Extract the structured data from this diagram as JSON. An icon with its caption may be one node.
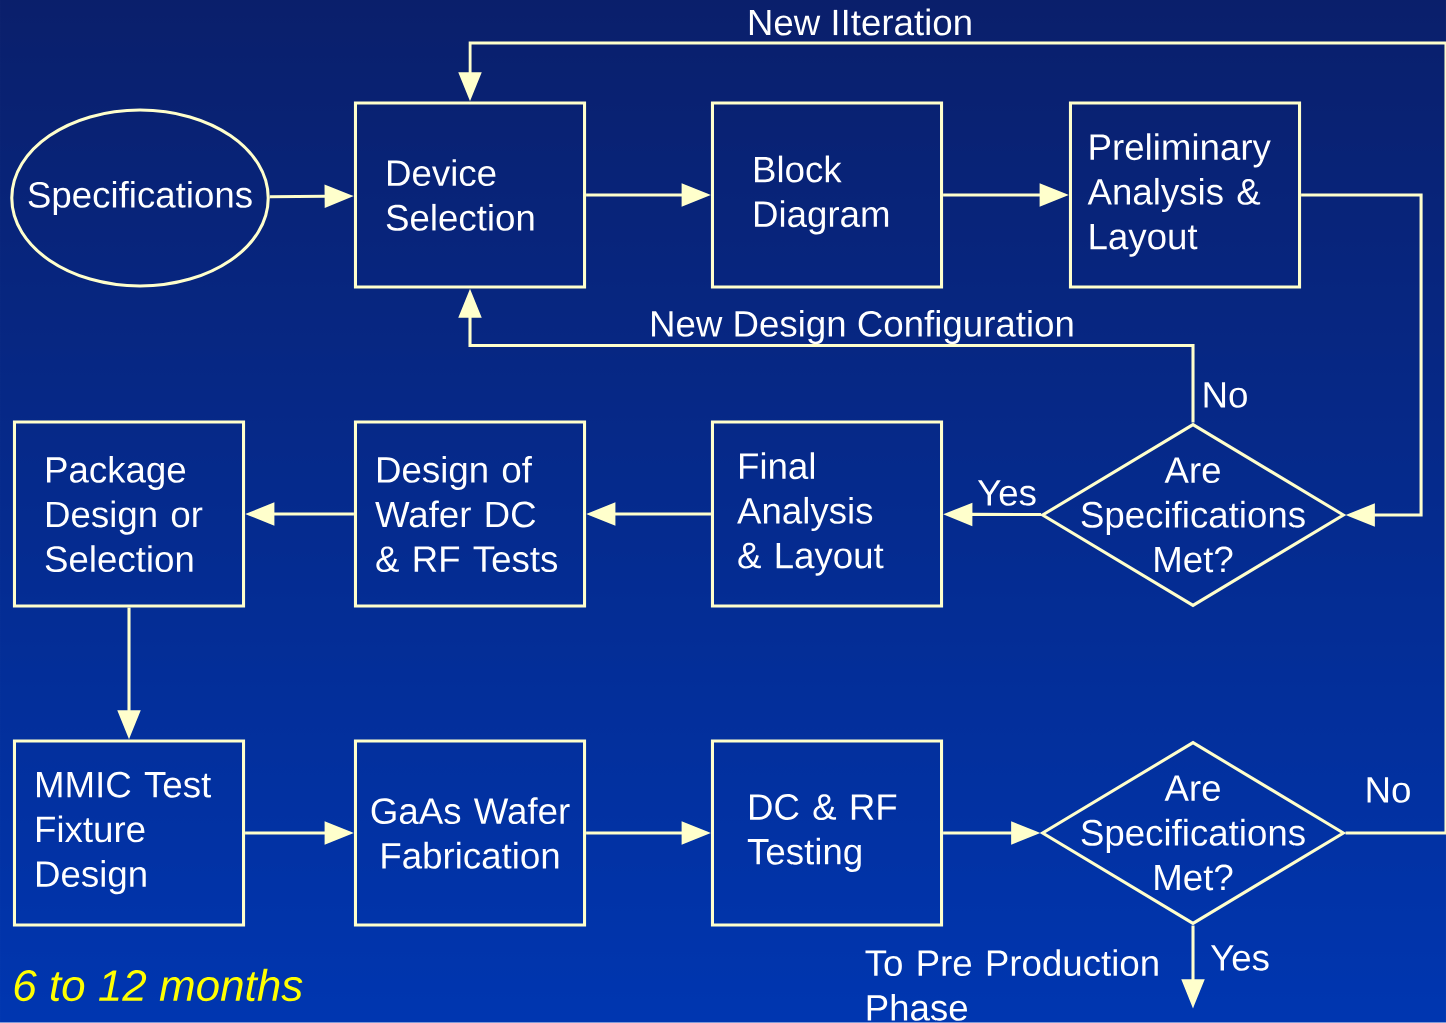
{
  "diagram": {
    "nodes": [
      {
        "text": [
          "Specifications"
        ]
      },
      {
        "text": [
          "Device Selection"
        ]
      },
      {
        "text": [
          "Block Diagram"
        ]
      },
      {
        "text": [
          "Preliminary Analysis & Layout"
        ]
      },
      {
        "text": [
          "Are Specifications Met?"
        ]
      },
      {
        "text": [
          "Final Analysis & Layout"
        ]
      },
      {
        "text": [
          "Design of Wafer DC & RF Tests"
        ]
      },
      {
        "text": [
          "Package Design or Selection"
        ]
      },
      {
        "text": [
          "MMIC Test Fixture Design"
        ]
      },
      {
        "text": [
          "GaAs Wafer Fabrication"
        ]
      },
      {
        "text": [
          "DC & RF Testing"
        ]
      },
      {
        "text": [
          "Are Specifications Met?"
        ]
      }
    ],
    "edges": [
      {
        "from": 0,
        "to": 1,
        "arrow": "to"
      },
      {
        "from": 1,
        "to": 2,
        "arrow": "to"
      },
      {
        "from": 2,
        "to": 3,
        "arrow": "to"
      },
      {
        "from": 3,
        "to": 4,
        "arrow": "to"
      },
      {
        "from": 4,
        "to": 1,
        "arrow": "to",
        "label": "No"
      },
      {
        "from": 4,
        "to": 5,
        "arrow": "to",
        "label": "Yes"
      },
      {
        "from": 5,
        "to": 6,
        "arrow": "to"
      },
      {
        "from": 6,
        "to": 7,
        "arrow": "to"
      },
      {
        "from": 7,
        "to": 8,
        "arrow": "to"
      },
      {
        "from": 8,
        "to": 9,
        "arrow": "to"
      },
      {
        "from": 9,
        "to": 10,
        "arrow": "to"
      },
      {
        "from": 10,
        "to": 11,
        "arrow": "to"
      },
      {
        "from": 11,
        "to": 1,
        "arrow": "to",
        "label": "No"
      },
      {
        "from": 11,
        "to": null,
        "arrow": "to",
        "label": "Yes"
      }
    ],
    "labels": [
      "New IIteration",
      "New Design Configuration",
      "To Pre Production Phase",
      "6 to 12 months"
    ]
  }
}
